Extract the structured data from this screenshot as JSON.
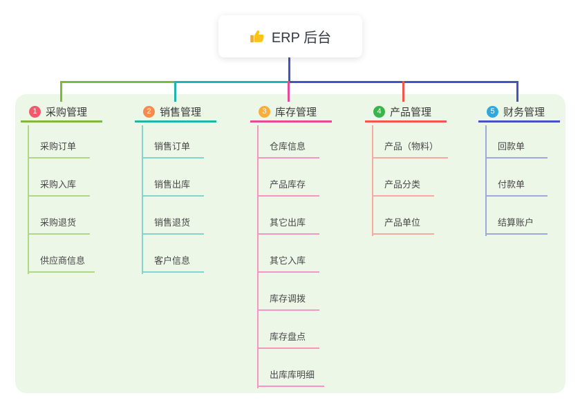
{
  "app": {
    "type": "mind-map",
    "page_background": "#ffffff",
    "panel_background": "#EDF7E8"
  },
  "root": {
    "label": "ERP 后台",
    "icon": "thumbs-up-icon",
    "connector_color": "#4254C5"
  },
  "branches": [
    {
      "index": "1",
      "label": "采购管理",
      "badge_color": "#F2596B",
      "line_color": "#7CBA3F",
      "child_line_color": "#AFD787",
      "children": [
        "采购订单",
        "采购入库",
        "采购退货",
        "供应商信息"
      ]
    },
    {
      "index": "2",
      "label": "销售管理",
      "badge_color": "#FA8B4B",
      "line_color": "#1FB5AC",
      "child_line_color": "#84D4CC",
      "children": [
        "销售订单",
        "销售出库",
        "销售退货",
        "客户信息"
      ]
    },
    {
      "index": "3",
      "label": "库存管理",
      "badge_color": "#F9AE3B",
      "line_color": "#E8489C",
      "child_line_color": "#F595C3",
      "children": [
        "仓库信息",
        "产品库存",
        "其它出库",
        "其它入库",
        "库存调拨",
        "库存盘点",
        "出库库明细"
      ]
    },
    {
      "index": "4",
      "label": "产品管理",
      "badge_color": "#3BB54A",
      "line_color": "#F4564E",
      "child_line_color": "#F9A8A1",
      "children": [
        "产品（物料）",
        "产品分类",
        "产品单位"
      ]
    },
    {
      "index": "5",
      "label": "财务管理",
      "badge_color": "#30A8DD",
      "line_color": "#4254C5",
      "child_line_color": "#9FA8DA",
      "children": [
        "回款单",
        "付款单",
        "结算账户"
      ]
    }
  ]
}
